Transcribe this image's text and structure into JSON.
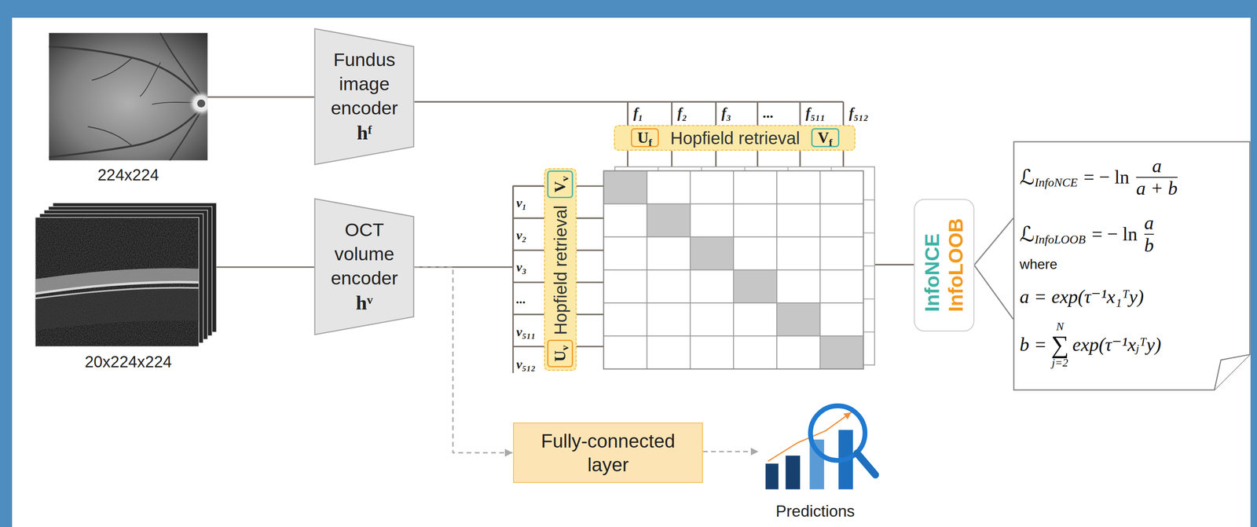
{
  "diagram": {
    "nodes": [
      {
        "text": [
          "Fundus image encoder",
          "hᶠ"
        ]
      },
      {
        "text": [
          "OCT volume encoder",
          "hᵛ"
        ]
      },
      {
        "text": [
          "Hopfield retrieval"
        ]
      },
      {
        "text": [
          "U",
          "f"
        ],
        "in": 2
      },
      {
        "text": [
          "V",
          "f"
        ],
        "in": 2
      },
      {
        "text": [
          "Hopfield retrieval"
        ]
      },
      {
        "text": [
          "V",
          "v"
        ],
        "in": 5
      },
      {
        "text": [
          "U",
          "v"
        ],
        "in": 5
      },
      {
        "text": [
          "InfoNCE",
          "InfoLOOB"
        ]
      },
      {
        "text": [
          "ℒ",
          "InfoNCE",
          "= − ln",
          "a",
          "a + b",
          "ℒ",
          "InfoLOOB",
          "= − ln",
          "a",
          "b",
          "where",
          "a = exp(τ⁻¹x₁ᵀy)",
          "b =",
          "N",
          "∑",
          "j=2",
          "exp(τ⁻¹x",
          "j",
          "ᵀy)"
        ]
      },
      {
        "text": [
          "Fully-connected layer"
        ]
      }
    ],
    "edges": [
      {
        "from": 0,
        "to": 2,
        "arrow": "none"
      },
      {
        "from": 1,
        "to": 5,
        "arrow": "none"
      },
      {
        "from": 1,
        "to": 10,
        "arrow": "to"
      },
      {
        "from": 8,
        "to": 9,
        "arrow": "none"
      }
    ],
    "labels": [
      "224x224",
      "20x224x224",
      "f₁",
      "f₂",
      "f₃",
      "...",
      "f₅₁₁",
      "f₅₁₂",
      "v₁",
      "v₂",
      "v₃",
      "...",
      "v₅₁₁",
      "v₅₁₂",
      "Predictions"
    ]
  }
}
